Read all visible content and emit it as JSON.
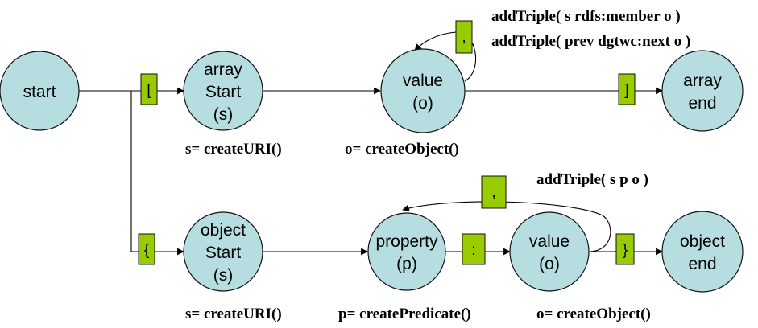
{
  "nodes": {
    "start": [
      "start"
    ],
    "array_start": [
      "array",
      "Start",
      "(s)"
    ],
    "array_value": [
      "value",
      "(o)"
    ],
    "array_end": [
      "array",
      "end"
    ],
    "object_start": [
      "object",
      "Start",
      "(s)"
    ],
    "property": [
      "property",
      "(p)"
    ],
    "object_value": [
      "value",
      "(o)"
    ],
    "object_end": [
      "object",
      "end"
    ]
  },
  "tokens": {
    "open_bracket": "[",
    "array_comma": ",",
    "close_bracket": "]",
    "open_brace": "{",
    "colon": ":",
    "object_comma": ",",
    "close_brace": "}"
  },
  "annotations": {
    "array_triple_1": "addTriple( s rdfs:member o )",
    "array_triple_2": "addTriple( prev  dgtwc:next o )",
    "array_s": "s= createURI()",
    "array_o": "o= createObject()",
    "object_triple": "addTriple( s p o )",
    "object_s": "s= createURI()",
    "object_p": "p= createPredicate()",
    "object_o": "o= createObject()"
  },
  "colors": {
    "node_fill": "#b6dde0",
    "token_fill": "#99cc00",
    "line": "#000000"
  }
}
